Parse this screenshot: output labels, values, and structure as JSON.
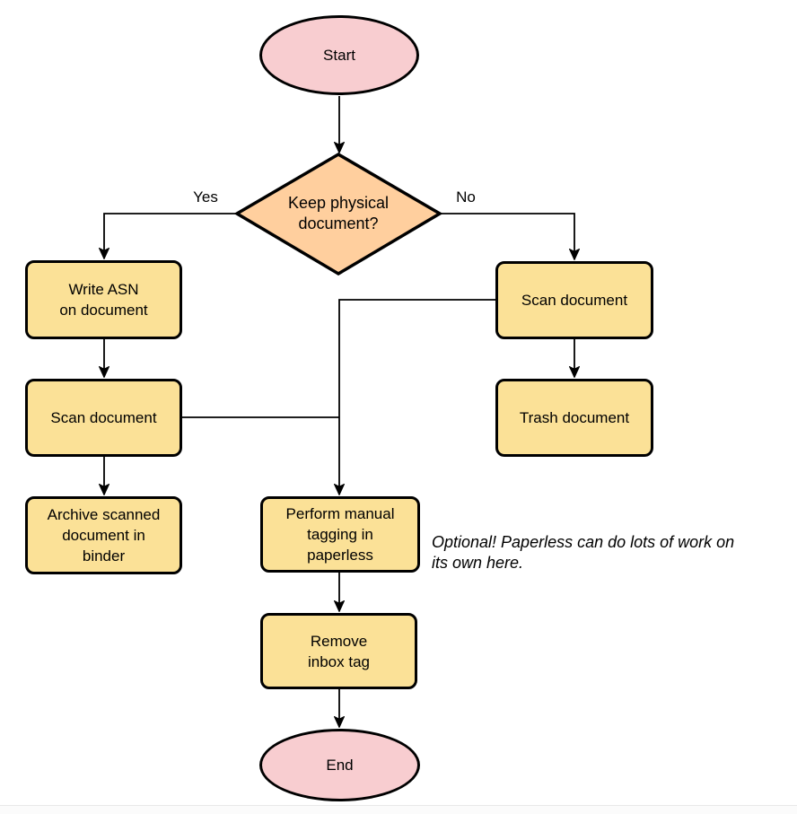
{
  "colors": {
    "canvas_bg": "#ffffff",
    "terminator_fill": "#F8CDD0",
    "decision_fill": "#FFCF9E",
    "process_fill": "#FBE197",
    "stroke": "#000000",
    "footer_line": "#e9e9e9"
  },
  "nodes": {
    "start": {
      "label": "Start",
      "shape": "terminator"
    },
    "decision": {
      "label": "Keep physical\ndocument?",
      "shape": "decision"
    },
    "write_asn": {
      "label": "Write ASN\non document",
      "shape": "process"
    },
    "scan_left": {
      "label": "Scan document",
      "shape": "process"
    },
    "archive": {
      "label": "Archive scanned\ndocument in\nbinder",
      "shape": "process"
    },
    "scan_right": {
      "label": "Scan document",
      "shape": "process"
    },
    "trash": {
      "label": "Trash document",
      "shape": "process"
    },
    "tagging": {
      "label": "Perform manual\ntagging in\npaperless",
      "shape": "process"
    },
    "remove_inbox": {
      "label": "Remove\ninbox tag",
      "shape": "process"
    },
    "end": {
      "label": "End",
      "shape": "terminator"
    }
  },
  "edges": [
    {
      "from": "start",
      "to": "decision",
      "label": ""
    },
    {
      "from": "decision",
      "to": "write_asn",
      "label": "Yes"
    },
    {
      "from": "decision",
      "to": "scan_right",
      "label": "No"
    },
    {
      "from": "write_asn",
      "to": "scan_left",
      "label": ""
    },
    {
      "from": "scan_left",
      "to": "archive",
      "label": ""
    },
    {
      "from": "scan_right",
      "to": "trash",
      "label": ""
    },
    {
      "from": "scan_right",
      "to": "tagging",
      "label": ""
    },
    {
      "from": "scan_left",
      "to": "tagging",
      "label": ""
    },
    {
      "from": "tagging",
      "to": "remove_inbox",
      "label": ""
    },
    {
      "from": "remove_inbox",
      "to": "end",
      "label": ""
    }
  ],
  "annotation": {
    "text": "Optional! Paperless can do lots of work on\nits own here."
  }
}
